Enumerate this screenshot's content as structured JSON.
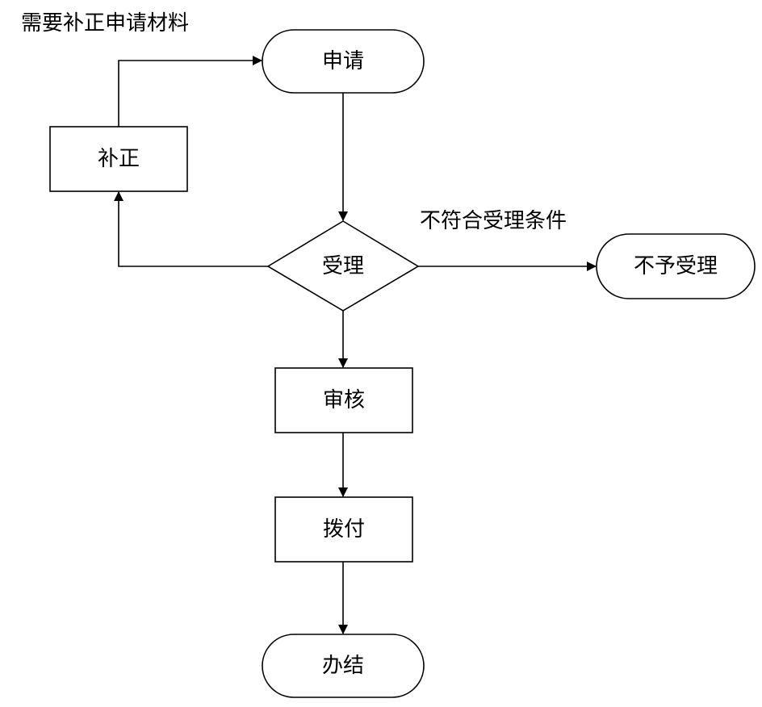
{
  "diagram": {
    "nodes": {
      "apply": "申请",
      "correct": "补正",
      "accept": "受理",
      "reject": "不予受理",
      "review": "审核",
      "disburse": "拨付",
      "finish": "办结"
    },
    "edges": {
      "to_correct": "需要补正申请材料",
      "to_reject": "不符合受理条件"
    }
  }
}
